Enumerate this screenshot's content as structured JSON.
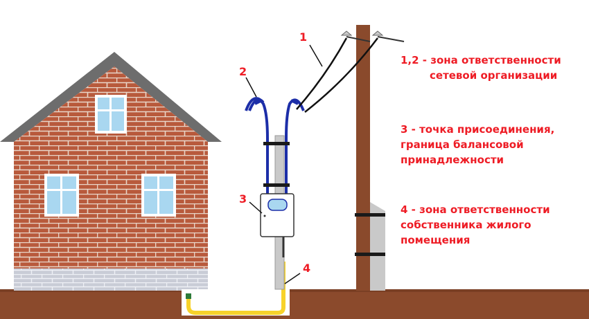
{
  "labels": {
    "n1": "1",
    "n2": "2",
    "n3": "3",
    "n4": "4"
  },
  "legend": {
    "zone12": [
      "1,2 - зона ответственности",
      "сетевой организации"
    ],
    "point3": [
      "3 - точка присоединения,",
      "граница балансовой",
      "принадлежности"
    ],
    "zone4": [
      "4 - зона ответственности",
      "собственника жилого",
      "помещения"
    ]
  },
  "colors": {
    "brick": "#b85a3c",
    "ground": "#8b4a2c",
    "pole": "#8a4a2c",
    "roof": "#6b6b6b",
    "cable_blue": "#1c2ea8",
    "cable_yellow": "#f7d22a",
    "text_red": "#ee1c25"
  }
}
